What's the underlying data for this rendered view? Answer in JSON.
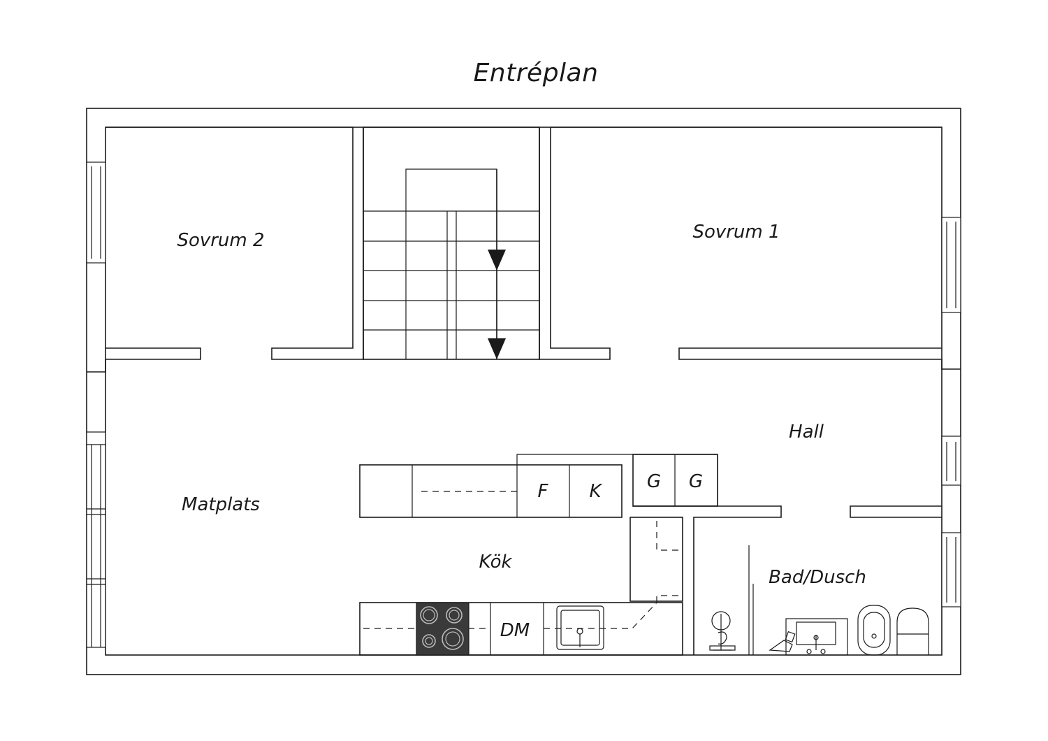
{
  "title": "Entréplan",
  "rooms": {
    "sovrum2": "Sovrum 2",
    "sovrum1": "Sovrum 1",
    "hall": "Hall",
    "matplats": "Matplats",
    "kok": "Kök",
    "bad": "Bad/Dusch"
  },
  "appliances": {
    "fridge": "F",
    "freezer": "K",
    "wardrobe1": "G",
    "wardrobe2": "G",
    "dishwasher": "DM"
  },
  "icons": [
    "stair-arrow-icon",
    "stove-icon",
    "kitchen-sink-icon",
    "washing-machine-icon",
    "bathroom-sink-icon",
    "bidet-icon",
    "toilet-icon",
    "window-icon"
  ],
  "colors": {
    "line": "#1a1a1a",
    "stove": "#3a3a3a",
    "background": "#ffffff"
  }
}
